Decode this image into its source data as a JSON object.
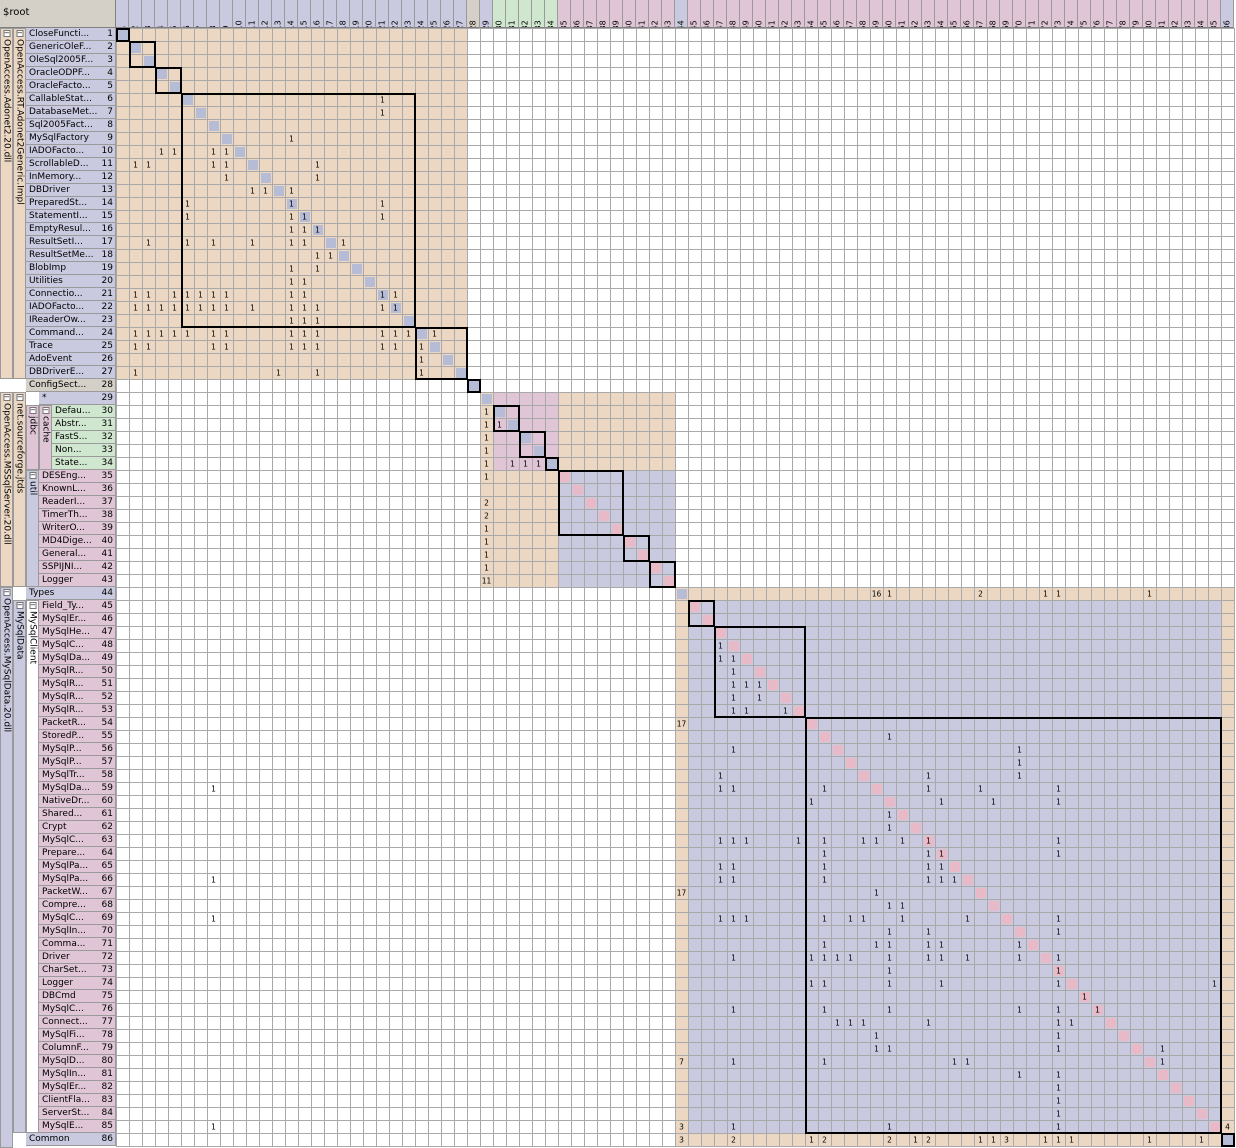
{
  "root_label": "$root",
  "colors": {
    "tan": "#ecd7c2",
    "lavender": "#c9c9e0",
    "pink": "#dfc5d6",
    "green": "#cfe6cf",
    "grey": "#d4d0c8",
    "diag_blue": "#b7bcd6",
    "diag_pink": "#e8b9c6"
  },
  "modules": [
    {
      "label": "OpenAccess.Adonet2.20.dll"
    },
    {
      "label": "OpenAccess.RT.Adonet2Generic.Impl"
    },
    {
      "label": "OpenAccess.MSSqlServer.20.dll"
    },
    {
      "label": "net.sourceforge.jtds"
    },
    {
      "label": "jdbc"
    },
    {
      "label": "cache"
    },
    {
      "label": "util"
    },
    {
      "label": "OpenAccess.MySqlData.20.dll"
    },
    {
      "label": "MySqlData"
    },
    {
      "label": "MySqlClient"
    }
  ],
  "rows": [
    {
      "i": "1",
      "name": "CloseFuncti..."
    },
    {
      "i": "2",
      "name": "GenericOleF..."
    },
    {
      "i": "3",
      "name": "OleSql2005F..."
    },
    {
      "i": "4",
      "name": "OracleODPF..."
    },
    {
      "i": "5",
      "name": "OracleFacto..."
    },
    {
      "i": "6",
      "name": "CallableStat..."
    },
    {
      "i": "7",
      "name": "DatabaseMet..."
    },
    {
      "i": "8",
      "name": "Sql2005Fact..."
    },
    {
      "i": "9",
      "name": "MySqlFactory"
    },
    {
      "i": "10",
      "name": "IADOFacto..."
    },
    {
      "i": "11",
      "name": "ScrollableD..."
    },
    {
      "i": "12",
      "name": "InMemory..."
    },
    {
      "i": "13",
      "name": "DBDriver"
    },
    {
      "i": "14",
      "name": "PreparedSt..."
    },
    {
      "i": "15",
      "name": "StatementI..."
    },
    {
      "i": "16",
      "name": "EmptyResul..."
    },
    {
      "i": "17",
      "name": "ResultSetI..."
    },
    {
      "i": "18",
      "name": "ResultSetMe..."
    },
    {
      "i": "19",
      "name": "BlobImp"
    },
    {
      "i": "20",
      "name": "Utilities"
    },
    {
      "i": "21",
      "name": "Connectio..."
    },
    {
      "i": "22",
      "name": "IADOFacto..."
    },
    {
      "i": "23",
      "name": "IReaderOw..."
    },
    {
      "i": "24",
      "name": "Command..."
    },
    {
      "i": "25",
      "name": "Trace"
    },
    {
      "i": "26",
      "name": "AdoEvent"
    },
    {
      "i": "27",
      "name": "DBDriverE..."
    },
    {
      "i": "28",
      "name": "ConfigSect..."
    },
    {
      "i": "29",
      "name": "*"
    },
    {
      "i": "30",
      "name": "Defau..."
    },
    {
      "i": "31",
      "name": "Abstr..."
    },
    {
      "i": "32",
      "name": "FastS..."
    },
    {
      "i": "33",
      "name": "Non..."
    },
    {
      "i": "34",
      "name": "State..."
    },
    {
      "i": "35",
      "name": "DESEng..."
    },
    {
      "i": "36",
      "name": "KnownL..."
    },
    {
      "i": "37",
      "name": "ReaderI..."
    },
    {
      "i": "38",
      "name": "TimerTh..."
    },
    {
      "i": "39",
      "name": "WriterO..."
    },
    {
      "i": "40",
      "name": "MD4Dige..."
    },
    {
      "i": "41",
      "name": "General..."
    },
    {
      "i": "42",
      "name": "SSPIJNI..."
    },
    {
      "i": "43",
      "name": "Logger"
    },
    {
      "i": "44",
      "name": "Types"
    },
    {
      "i": "45",
      "name": "Field_Ty..."
    },
    {
      "i": "46",
      "name": "MySqlEr..."
    },
    {
      "i": "47",
      "name": "MySqlHe..."
    },
    {
      "i": "48",
      "name": "MySqlC..."
    },
    {
      "i": "49",
      "name": "MySqlDa..."
    },
    {
      "i": "50",
      "name": "MySqlR..."
    },
    {
      "i": "51",
      "name": "MySqlR..."
    },
    {
      "i": "52",
      "name": "MySqlR..."
    },
    {
      "i": "53",
      "name": "MySqlR..."
    },
    {
      "i": "54",
      "name": "PacketR..."
    },
    {
      "i": "55",
      "name": "StoredP..."
    },
    {
      "i": "56",
      "name": "MySqlP..."
    },
    {
      "i": "57",
      "name": "MySqlP..."
    },
    {
      "i": "58",
      "name": "MySqlTr..."
    },
    {
      "i": "59",
      "name": "MySqlDa..."
    },
    {
      "i": "60",
      "name": "NativeDr..."
    },
    {
      "i": "61",
      "name": "Shared..."
    },
    {
      "i": "62",
      "name": "Crypt"
    },
    {
      "i": "63",
      "name": "MySqlC..."
    },
    {
      "i": "64",
      "name": "Prepare..."
    },
    {
      "i": "65",
      "name": "MySqlPa..."
    },
    {
      "i": "66",
      "name": "MySqlPa..."
    },
    {
      "i": "67",
      "name": "PacketW..."
    },
    {
      "i": "68",
      "name": "Compre..."
    },
    {
      "i": "69",
      "name": "MySqlC..."
    },
    {
      "i": "70",
      "name": "MySqlIn..."
    },
    {
      "i": "71",
      "name": "Comma..."
    },
    {
      "i": "72",
      "name": "Driver"
    },
    {
      "i": "73",
      "name": "CharSet..."
    },
    {
      "i": "74",
      "name": "Logger"
    },
    {
      "i": "75",
      "name": "DBCmd"
    },
    {
      "i": "76",
      "name": "MySqlC..."
    },
    {
      "i": "77",
      "name": "Connect..."
    },
    {
      "i": "78",
      "name": "MySqlFi..."
    },
    {
      "i": "79",
      "name": "ColumnF..."
    },
    {
      "i": "80",
      "name": "MySqlD..."
    },
    {
      "i": "81",
      "name": "MySqlIn..."
    },
    {
      "i": "82",
      "name": "MySqlEr..."
    },
    {
      "i": "83",
      "name": "ClientFla..."
    },
    {
      "i": "84",
      "name": "ServerSt..."
    },
    {
      "i": "85",
      "name": "MySqlE..."
    },
    {
      "i": "86",
      "name": "Common"
    }
  ],
  "cells": [
    [
      6,
      21,
      "1"
    ],
    [
      7,
      21,
      "1"
    ],
    [
      9,
      14,
      "1"
    ],
    [
      10,
      4,
      "1"
    ],
    [
      10,
      5,
      "1"
    ],
    [
      10,
      8,
      "1"
    ],
    [
      10,
      9,
      "1"
    ],
    [
      11,
      2,
      "1"
    ],
    [
      11,
      3,
      "1"
    ],
    [
      11,
      8,
      "1"
    ],
    [
      11,
      9,
      "1"
    ],
    [
      11,
      16,
      "1"
    ],
    [
      12,
      9,
      "1"
    ],
    [
      12,
      16,
      "1"
    ],
    [
      13,
      11,
      "1"
    ],
    [
      13,
      12,
      "1"
    ],
    [
      13,
      14,
      "1"
    ],
    [
      14,
      6,
      "1"
    ],
    [
      14,
      14,
      "1"
    ],
    [
      14,
      21,
      "1"
    ],
    [
      15,
      6,
      "1"
    ],
    [
      15,
      14,
      "1"
    ],
    [
      15,
      15,
      "1"
    ],
    [
      15,
      21,
      "1"
    ],
    [
      16,
      14,
      "1"
    ],
    [
      16,
      15,
      "1"
    ],
    [
      16,
      16,
      "1"
    ],
    [
      17,
      3,
      "1"
    ],
    [
      17,
      6,
      "1"
    ],
    [
      17,
      8,
      "1"
    ],
    [
      17,
      11,
      "1"
    ],
    [
      17,
      14,
      "1"
    ],
    [
      17,
      15,
      "1"
    ],
    [
      17,
      18,
      "1"
    ],
    [
      18,
      16,
      "1"
    ],
    [
      18,
      17,
      "1"
    ],
    [
      19,
      14,
      "1"
    ],
    [
      19,
      16,
      "1"
    ],
    [
      20,
      14,
      "1"
    ],
    [
      20,
      15,
      "1"
    ],
    [
      21,
      2,
      "1"
    ],
    [
      21,
      3,
      "1"
    ],
    [
      21,
      5,
      "1"
    ],
    [
      21,
      6,
      "1"
    ],
    [
      21,
      7,
      "1"
    ],
    [
      21,
      8,
      "1"
    ],
    [
      21,
      9,
      "1"
    ],
    [
      21,
      14,
      "1"
    ],
    [
      21,
      15,
      "1"
    ],
    [
      21,
      21,
      "1"
    ],
    [
      21,
      22,
      "1"
    ],
    [
      22,
      2,
      "1"
    ],
    [
      22,
      3,
      "1"
    ],
    [
      22,
      4,
      "1"
    ],
    [
      22,
      5,
      "1"
    ],
    [
      22,
      6,
      "1"
    ],
    [
      22,
      7,
      "1"
    ],
    [
      22,
      8,
      "1"
    ],
    [
      22,
      9,
      "1"
    ],
    [
      22,
      11,
      "1"
    ],
    [
      22,
      14,
      "1"
    ],
    [
      22,
      15,
      "1"
    ],
    [
      22,
      16,
      "1"
    ],
    [
      22,
      21,
      "1"
    ],
    [
      22,
      22,
      "1"
    ],
    [
      23,
      14,
      "1"
    ],
    [
      23,
      15,
      "1"
    ],
    [
      23,
      16,
      "1"
    ],
    [
      24,
      2,
      "1"
    ],
    [
      24,
      3,
      "1"
    ],
    [
      24,
      4,
      "1"
    ],
    [
      24,
      5,
      "1"
    ],
    [
      24,
      6,
      "1"
    ],
    [
      24,
      8,
      "1"
    ],
    [
      24,
      9,
      "1"
    ],
    [
      24,
      14,
      "1"
    ],
    [
      24,
      15,
      "1"
    ],
    [
      24,
      16,
      "1"
    ],
    [
      24,
      21,
      "1"
    ],
    [
      24,
      22,
      "1"
    ],
    [
      24,
      23,
      "1"
    ],
    [
      24,
      25,
      "1"
    ],
    [
      25,
      2,
      "1"
    ],
    [
      25,
      3,
      "1"
    ],
    [
      25,
      8,
      "1"
    ],
    [
      25,
      9,
      "1"
    ],
    [
      25,
      14,
      "1"
    ],
    [
      25,
      15,
      "1"
    ],
    [
      25,
      16,
      "1"
    ],
    [
      25,
      21,
      "1"
    ],
    [
      25,
      22,
      "1"
    ],
    [
      25,
      24,
      "1"
    ],
    [
      26,
      24,
      "1"
    ],
    [
      27,
      2,
      "1"
    ],
    [
      27,
      13,
      "1"
    ],
    [
      27,
      16,
      "1"
    ],
    [
      27,
      24,
      "1"
    ],
    [
      30,
      29,
      "1"
    ],
    [
      31,
      29,
      "1"
    ],
    [
      31,
      30,
      "1"
    ],
    [
      32,
      29,
      "1"
    ],
    [
      33,
      29,
      "1"
    ],
    [
      34,
      29,
      "1"
    ],
    [
      34,
      31,
      "1"
    ],
    [
      34,
      32,
      "1"
    ],
    [
      34,
      33,
      "1"
    ],
    [
      35,
      29,
      "1"
    ],
    [
      37,
      29,
      "2"
    ],
    [
      38,
      29,
      "2"
    ],
    [
      39,
      29,
      "1"
    ],
    [
      40,
      29,
      "1"
    ],
    [
      41,
      29,
      "1"
    ],
    [
      42,
      29,
      "1"
    ],
    [
      43,
      29,
      "11"
    ],
    [
      44,
      59,
      "16"
    ],
    [
      44,
      60,
      "1"
    ],
    [
      44,
      67,
      "2"
    ],
    [
      44,
      72,
      "1"
    ],
    [
      44,
      73,
      "1"
    ],
    [
      44,
      80,
      "1"
    ],
    [
      48,
      47,
      "1"
    ],
    [
      49,
      47,
      "1"
    ],
    [
      49,
      48,
      "1"
    ],
    [
      50,
      48,
      "1"
    ],
    [
      51,
      48,
      "1"
    ],
    [
      51,
      49,
      "1"
    ],
    [
      51,
      50,
      "1"
    ],
    [
      52,
      48,
      "1"
    ],
    [
      52,
      50,
      "1"
    ],
    [
      53,
      48,
      "1"
    ],
    [
      53,
      49,
      "1"
    ],
    [
      53,
      52,
      "1"
    ],
    [
      54,
      44,
      "17"
    ],
    [
      55,
      60,
      "1"
    ],
    [
      56,
      48,
      "1"
    ],
    [
      56,
      70,
      "1"
    ],
    [
      57,
      70,
      "1"
    ],
    [
      58,
      47,
      "1"
    ],
    [
      58,
      63,
      "1"
    ],
    [
      58,
      70,
      "1"
    ],
    [
      59,
      8,
      "1"
    ],
    [
      59,
      47,
      "1"
    ],
    [
      59,
      48,
      "1"
    ],
    [
      59,
      55,
      "1"
    ],
    [
      59,
      63,
      "1"
    ],
    [
      59,
      67,
      "1"
    ],
    [
      59,
      73,
      "1"
    ],
    [
      60,
      54,
      "1"
    ],
    [
      60,
      64,
      "1"
    ],
    [
      60,
      68,
      "1"
    ],
    [
      60,
      73,
      "1"
    ],
    [
      61,
      60,
      "1"
    ],
    [
      62,
      60,
      "1"
    ],
    [
      63,
      47,
      "1"
    ],
    [
      63,
      48,
      "1"
    ],
    [
      63,
      49,
      "1"
    ],
    [
      63,
      53,
      "1"
    ],
    [
      63,
      55,
      "1"
    ],
    [
      63,
      58,
      "1"
    ],
    [
      63,
      59,
      "1"
    ],
    [
      63,
      61,
      "1"
    ],
    [
      63,
      63,
      "1"
    ],
    [
      63,
      73,
      "1"
    ],
    [
      64,
      55,
      "1"
    ],
    [
      64,
      63,
      "1"
    ],
    [
      64,
      64,
      "1"
    ],
    [
      64,
      73,
      "1"
    ],
    [
      65,
      47,
      "1"
    ],
    [
      65,
      48,
      "1"
    ],
    [
      65,
      55,
      "1"
    ],
    [
      65,
      63,
      "1"
    ],
    [
      65,
      64,
      "1"
    ],
    [
      66,
      8,
      "1"
    ],
    [
      66,
      47,
      "1"
    ],
    [
      66,
      48,
      "1"
    ],
    [
      66,
      55,
      "1"
    ],
    [
      66,
      63,
      "1"
    ],
    [
      66,
      64,
      "1"
    ],
    [
      66,
      65,
      "1"
    ],
    [
      67,
      44,
      "17"
    ],
    [
      67,
      59,
      "1"
    ],
    [
      68,
      60,
      "1"
    ],
    [
      68,
      61,
      "1"
    ],
    [
      69,
      8,
      "1"
    ],
    [
      69,
      47,
      "1"
    ],
    [
      69,
      48,
      "1"
    ],
    [
      69,
      49,
      "1"
    ],
    [
      69,
      55,
      "1"
    ],
    [
      69,
      57,
      "1"
    ],
    [
      69,
      58,
      "1"
    ],
    [
      69,
      61,
      "1"
    ],
    [
      69,
      66,
      "1"
    ],
    [
      69,
      73,
      "1"
    ],
    [
      70,
      60,
      "1"
    ],
    [
      70,
      63,
      "1"
    ],
    [
      70,
      73,
      "1"
    ],
    [
      71,
      55,
      "1"
    ],
    [
      71,
      59,
      "1"
    ],
    [
      71,
      60,
      "1"
    ],
    [
      71,
      63,
      "1"
    ],
    [
      71,
      64,
      "1"
    ],
    [
      71,
      70,
      "1"
    ],
    [
      72,
      48,
      "1"
    ],
    [
      72,
      54,
      "1"
    ],
    [
      72,
      55,
      "1"
    ],
    [
      72,
      56,
      "1"
    ],
    [
      72,
      57,
      "1"
    ],
    [
      72,
      60,
      "1"
    ],
    [
      72,
      63,
      "1"
    ],
    [
      72,
      64,
      "1"
    ],
    [
      72,
      66,
      "1"
    ],
    [
      72,
      70,
      "1"
    ],
    [
      72,
      73,
      "1"
    ],
    [
      73,
      60,
      "1"
    ],
    [
      73,
      73,
      "1"
    ],
    [
      74,
      54,
      "1"
    ],
    [
      74,
      55,
      "1"
    ],
    [
      74,
      60,
      "1"
    ],
    [
      74,
      64,
      "1"
    ],
    [
      74,
      73,
      "1"
    ],
    [
      74,
      85,
      "1"
    ],
    [
      75,
      75,
      "1"
    ],
    [
      76,
      48,
      "1"
    ],
    [
      76,
      55,
      "1"
    ],
    [
      76,
      60,
      "1"
    ],
    [
      76,
      70,
      "1"
    ],
    [
      76,
      73,
      "1"
    ],
    [
      76,
      76,
      "1"
    ],
    [
      77,
      56,
      "1"
    ],
    [
      77,
      57,
      "1"
    ],
    [
      77,
      58,
      "1"
    ],
    [
      77,
      63,
      "1"
    ],
    [
      77,
      73,
      "1"
    ],
    [
      77,
      74,
      "1"
    ],
    [
      78,
      59,
      "1"
    ],
    [
      78,
      73,
      "1"
    ],
    [
      79,
      59,
      "1"
    ],
    [
      79,
      60,
      "1"
    ],
    [
      79,
      73,
      "1"
    ],
    [
      79,
      81,
      "1"
    ],
    [
      80,
      44,
      "7"
    ],
    [
      80,
      48,
      "1"
    ],
    [
      80,
      55,
      "1"
    ],
    [
      80,
      65,
      "1"
    ],
    [
      80,
      66,
      "1"
    ],
    [
      80,
      81,
      "1"
    ],
    [
      81,
      70,
      "1"
    ],
    [
      81,
      73,
      "1"
    ],
    [
      82,
      73,
      "1"
    ],
    [
      83,
      73,
      "1"
    ],
    [
      84,
      73,
      "1"
    ],
    [
      85,
      8,
      "1"
    ],
    [
      85,
      44,
      "3"
    ],
    [
      85,
      48,
      "1"
    ],
    [
      85,
      60,
      "1"
    ],
    [
      85,
      73,
      "1"
    ],
    [
      85,
      86,
      "4"
    ],
    [
      86,
      44,
      "3"
    ],
    [
      86,
      48,
      "2"
    ],
    [
      86,
      54,
      "1"
    ],
    [
      86,
      55,
      "2"
    ],
    [
      86,
      60,
      "2"
    ],
    [
      86,
      62,
      "1"
    ],
    [
      86,
      63,
      "2"
    ],
    [
      86,
      67,
      "1"
    ],
    [
      86,
      68,
      "1"
    ],
    [
      86,
      69,
      "3"
    ],
    [
      86,
      72,
      "1"
    ],
    [
      86,
      73,
      "1"
    ],
    [
      86,
      74,
      "1"
    ],
    [
      86,
      80,
      "1"
    ],
    [
      86,
      84,
      "1"
    ]
  ]
}
